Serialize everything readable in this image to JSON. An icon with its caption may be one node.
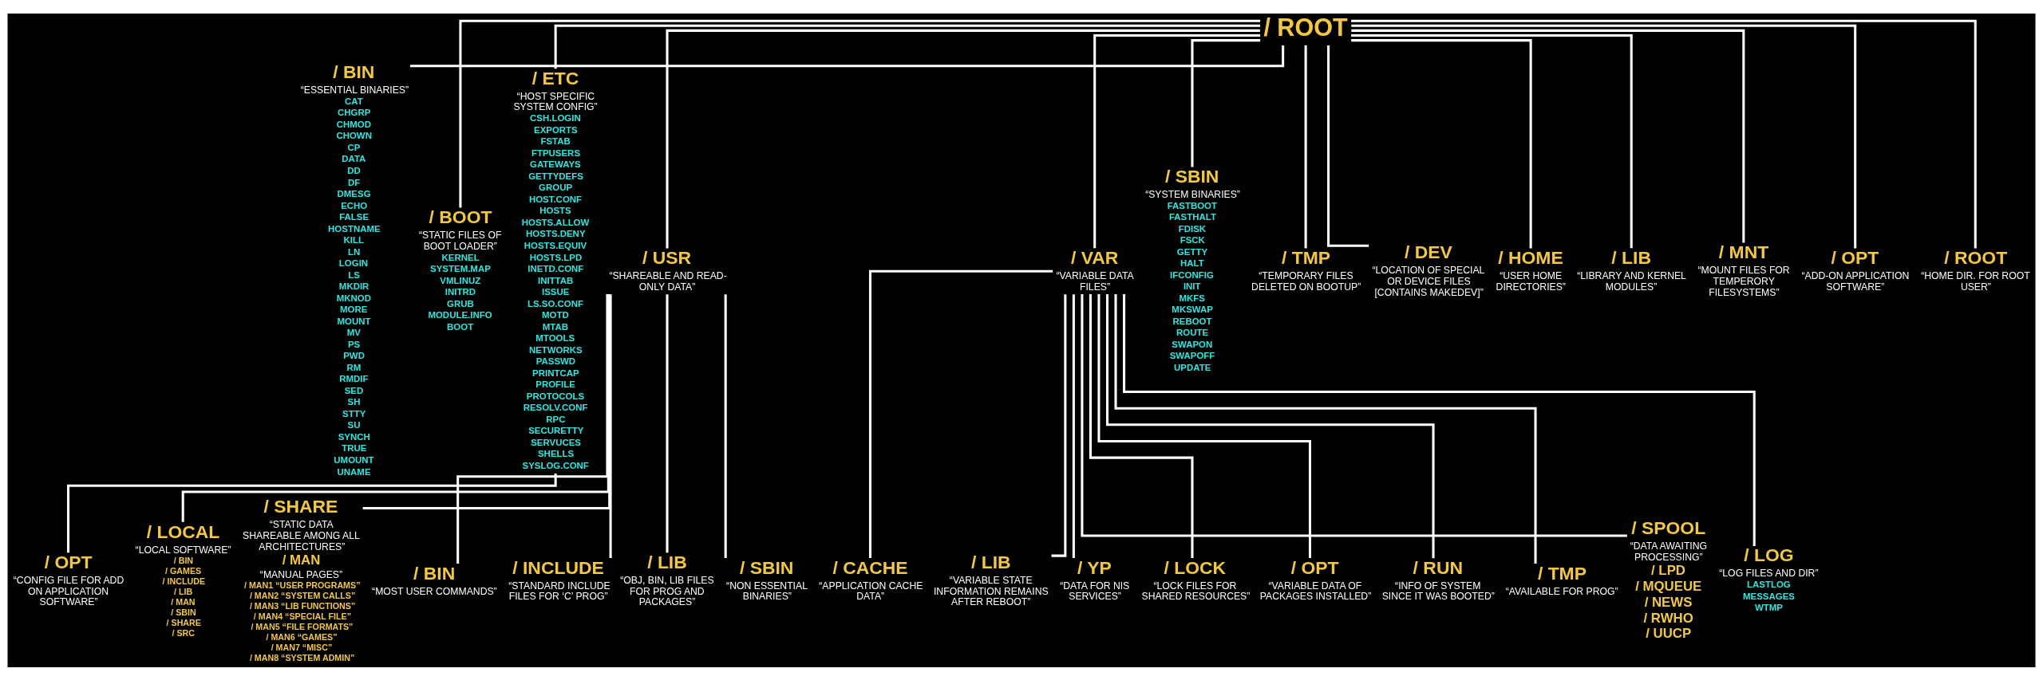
{
  "diagram": {
    "nodes": [
      {
        "text": [
          "/ ROOT"
        ]
      },
      {
        "text": [
          "/ BIN",
          "“ESSENTIAL BINARIES”",
          "CAT",
          "CHGRP",
          "CHMOD",
          "CHOWN",
          "CP",
          "DATA",
          "DD",
          "DF",
          "DMESG",
          "ECHO",
          "FALSE",
          "HOSTNAME",
          "KILL",
          "LN",
          "LOGIN",
          "LS",
          "MKDIR",
          "MKNOD",
          "MORE",
          "MOUNT",
          "MV",
          "PS",
          "PWD",
          "RM",
          "RMDIF",
          "SED",
          "SH",
          "STTY",
          "SU",
          "SYNCH",
          "TRUE",
          "UMOUNT",
          "UNAME"
        ]
      },
      {
        "text": [
          "/ BOOT",
          "“STATIC FILES OF BOOT LOADER”",
          "KERNEL",
          "SYSTEM.MAP",
          "VMLINUZ",
          "INITRD",
          "GRUB",
          "MODULE.INFO",
          "BOOT"
        ]
      },
      {
        "text": [
          "/ ETC",
          "“HOST SPECIFIC SYSTEM CONFIG”",
          "CSH.LOGIN",
          "EXPORTS",
          "FSTAB",
          "FTPUSERS",
          "GATEWAYS",
          "GETTYDEFS",
          "GROUP",
          "HOST.CONF",
          "HOSTS",
          "HOSTS.ALLOW",
          "HOSTS.DENY",
          "HOSTS.EQUIV",
          "HOSTS.LPD",
          "INETD.CONF",
          "INITTAB",
          "ISSUE",
          "LS.SO.CONF",
          "MOTD",
          "MTAB",
          "MTOOLS",
          "NETWORKS",
          "PASSWD",
          "PRINTCAP",
          "PROFILE",
          "PROTOCOLS",
          "RESOLV.CONF",
          "RPC",
          "SECURETTY",
          "SERVUCES",
          "SHELLS",
          "SYSLOG.CONF"
        ]
      },
      {
        "text": [
          "/ OPT",
          "“CONFIG FILE FOR ADD ON APPLICATION SOFTWARE”"
        ]
      },
      {
        "text": [
          "/ USR",
          "“SHAREABLE AND READ-ONLY DATA”"
        ]
      },
      {
        "text": [
          "/ LOCAL",
          "“LOCAL SOFTWARE”",
          "/ BIN",
          "/ GAMES",
          "/ INCLUDE",
          "/ LIB",
          "/ MAN",
          "/ SBIN",
          "/ SHARE",
          "/ SRC"
        ]
      },
      {
        "text": [
          "/ SHARE",
          "“STATIC DATA SHAREABLE AMONG ALL ARCHITECTURES”",
          "/ MAN",
          "“MANUAL PAGES”",
          "/ MAN1 “USER PROGRAMS”",
          "/ MAN2 “SYSTEM CALLS”",
          "/ MAN3 “LIB FUNCTIONS”",
          "/ MAN4 “SPECIAL FILE”",
          "/ MAN5 “FILE FORMATS”",
          "/ MAN6 “GAMES”",
          "/ MAN7 “MISC”",
          "/ MAN8 “SYSTEM ADMIN”"
        ]
      },
      {
        "text": [
          "/ BIN",
          "“MOST USER COMMANDS”"
        ]
      },
      {
        "text": [
          "/ INCLUDE",
          "“STANDARD INCLUDE FILES FOR ‘C’ PROG”"
        ]
      },
      {
        "text": [
          "/ LIB",
          "“OBJ, BIN, LIB FILES FOR PROG AND PACKAGES”"
        ]
      },
      {
        "text": [
          "/ SBIN",
          "“NON ESSENTIAL BINARIES”"
        ]
      },
      {
        "text": [
          "/ VAR",
          "“VARIABLE DATA FILES”"
        ]
      },
      {
        "text": [
          "/ CACHE",
          "“APPLICATION CACHE DATA”"
        ]
      },
      {
        "text": [
          "/ LIB",
          "“VARIABLE STATE INFORMATION REMAINS AFTER REBOOT”"
        ]
      },
      {
        "text": [
          "/ YP",
          "“DATA FOR NIS SERVICES”"
        ]
      },
      {
        "text": [
          "/ LOCK",
          "“LOCK FILES FOR SHARED RESOURCES”"
        ]
      },
      {
        "text": [
          "/ OPT",
          "“VARIABLE DATA OF PACKAGES INSTALLED”"
        ]
      },
      {
        "text": [
          "/ RUN",
          "“INFO OF SYSTEM SINCE IT WAS BOOTED”"
        ]
      },
      {
        "text": [
          "/ TMP",
          "“AVAILABLE FOR PROG”"
        ]
      },
      {
        "text": [
          "/ SPOOL",
          "“DATA AWAITING PROCESSING”",
          "/ LPD",
          "/ MQUEUE",
          "/ NEWS",
          "/ RWHO",
          "/ UUCP"
        ]
      },
      {
        "text": [
          "/ LOG",
          "“LOG FILES AND DIR”",
          "LASTLOG",
          "MESSAGES",
          "WTMP"
        ]
      },
      {
        "text": [
          "/ SBIN",
          "“SYSTEM BINARIES”",
          "FASTBOOT",
          "FASTHALT",
          "FDISK",
          "FSCK",
          "GETTY",
          "HALT",
          "IFCONFIG",
          "INIT",
          "MKFS",
          "MKSWAP",
          "REBOOT",
          "ROUTE",
          "SWAPON",
          "SWAPOFF",
          "UPDATE"
        ]
      },
      {
        "text": [
          "/ TMP",
          "“TEMPORARY FILES DELETED ON BOOTUP”"
        ]
      },
      {
        "text": [
          "/ DEV",
          "“LOCATION OF SPECIAL OR DEVICE FILES [CONTAINS MAKEDEV]”"
        ]
      },
      {
        "text": [
          "/ HOME",
          "“USER HOME DIRECTORIES”"
        ]
      },
      {
        "text": [
          "/ LIB",
          "“LIBRARY AND KERNEL MODULES”"
        ]
      },
      {
        "text": [
          "/ MNT",
          "“MOUNT FILES FOR TEMPERORY FILESYSTEMS”"
        ]
      },
      {
        "text": [
          "/ OPT",
          "“ADD-ON APPLICATION SOFTWARE”"
        ]
      },
      {
        "text": [
          "/ ROOT",
          "“HOME DIR. FOR ROOT USER”"
        ]
      }
    ],
    "edges": [
      {
        "from": 0,
        "to": 1,
        "arrow": "none"
      },
      {
        "from": 0,
        "to": 2,
        "arrow": "none"
      },
      {
        "from": 0,
        "to": 3,
        "arrow": "none"
      },
      {
        "from": 3,
        "to": 4,
        "arrow": "none"
      },
      {
        "from": 0,
        "to": 5,
        "arrow": "none"
      },
      {
        "from": 5,
        "to": 6,
        "arrow": "none"
      },
      {
        "from": 5,
        "to": 7,
        "arrow": "none"
      },
      {
        "from": 5,
        "to": 8,
        "arrow": "none"
      },
      {
        "from": 5,
        "to": 9,
        "arrow": "none"
      },
      {
        "from": 5,
        "to": 10,
        "arrow": "none"
      },
      {
        "from": 5,
        "to": 11,
        "arrow": "none"
      },
      {
        "from": 0,
        "to": 12,
        "arrow": "none"
      },
      {
        "from": 12,
        "to": 13,
        "arrow": "none"
      },
      {
        "from": 12,
        "to": 14,
        "arrow": "none"
      },
      {
        "from": 12,
        "to": 15,
        "arrow": "none"
      },
      {
        "from": 12,
        "to": 16,
        "arrow": "none"
      },
      {
        "from": 12,
        "to": 17,
        "arrow": "none"
      },
      {
        "from": 12,
        "to": 18,
        "arrow": "none"
      },
      {
        "from": 12,
        "to": 19,
        "arrow": "none"
      },
      {
        "from": 12,
        "to": 20,
        "arrow": "none"
      },
      {
        "from": 12,
        "to": 21,
        "arrow": "none"
      },
      {
        "from": 0,
        "to": 22,
        "arrow": "none"
      },
      {
        "from": 0,
        "to": 23,
        "arrow": "none"
      },
      {
        "from": 0,
        "to": 24,
        "arrow": "none"
      },
      {
        "from": 0,
        "to": 25,
        "arrow": "none"
      },
      {
        "from": 0,
        "to": 26,
        "arrow": "none"
      },
      {
        "from": 0,
        "to": 27,
        "arrow": "none"
      },
      {
        "from": 0,
        "to": 28,
        "arrow": "none"
      },
      {
        "from": 0,
        "to": 29,
        "arrow": "none"
      }
    ]
  }
}
